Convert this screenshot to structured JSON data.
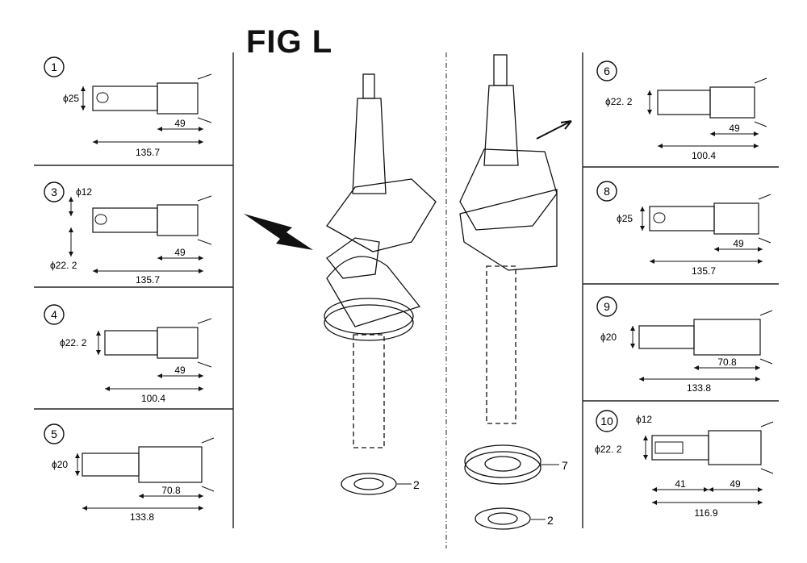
{
  "title": "FIG L",
  "left_panels": [
    {
      "num": "1",
      "diam_a": "ϕ25",
      "diam_b": "",
      "dim_short": "49",
      "dim_mid": "",
      "dim_total": "135.7"
    },
    {
      "num": "3",
      "diam_a": "ϕ12",
      "diam_b": "ϕ22. 2",
      "dim_short": "49",
      "dim_mid": "",
      "dim_total": "135.7"
    },
    {
      "num": "4",
      "diam_a": "ϕ22. 2",
      "diam_b": "",
      "dim_short": "49",
      "dim_mid": "",
      "dim_total": "100.4"
    },
    {
      "num": "5",
      "diam_a": "ϕ20",
      "diam_b": "",
      "dim_short": "70.8",
      "dim_mid": "",
      "dim_total": "133.8"
    }
  ],
  "right_panels": [
    {
      "num": "6",
      "diam_a": "ϕ22. 2",
      "diam_b": "",
      "dim_short": "49",
      "dim_mid": "",
      "dim_total": "100.4"
    },
    {
      "num": "8",
      "diam_a": "ϕ25",
      "diam_b": "",
      "dim_short": "49",
      "dim_mid": "",
      "dim_total": "135.7"
    },
    {
      "num": "9",
      "diam_a": "ϕ20",
      "diam_b": "",
      "dim_short": "70.8",
      "dim_mid": "",
      "dim_total": "133.8"
    },
    {
      "num": "10",
      "diam_a": "ϕ12",
      "diam_b": "ϕ22. 2",
      "dim_short": "49",
      "dim_mid": "41",
      "dim_total": "116.9"
    }
  ],
  "callouts": {
    "left_washer": "2",
    "right_gear": "7",
    "right_washer": "2"
  }
}
